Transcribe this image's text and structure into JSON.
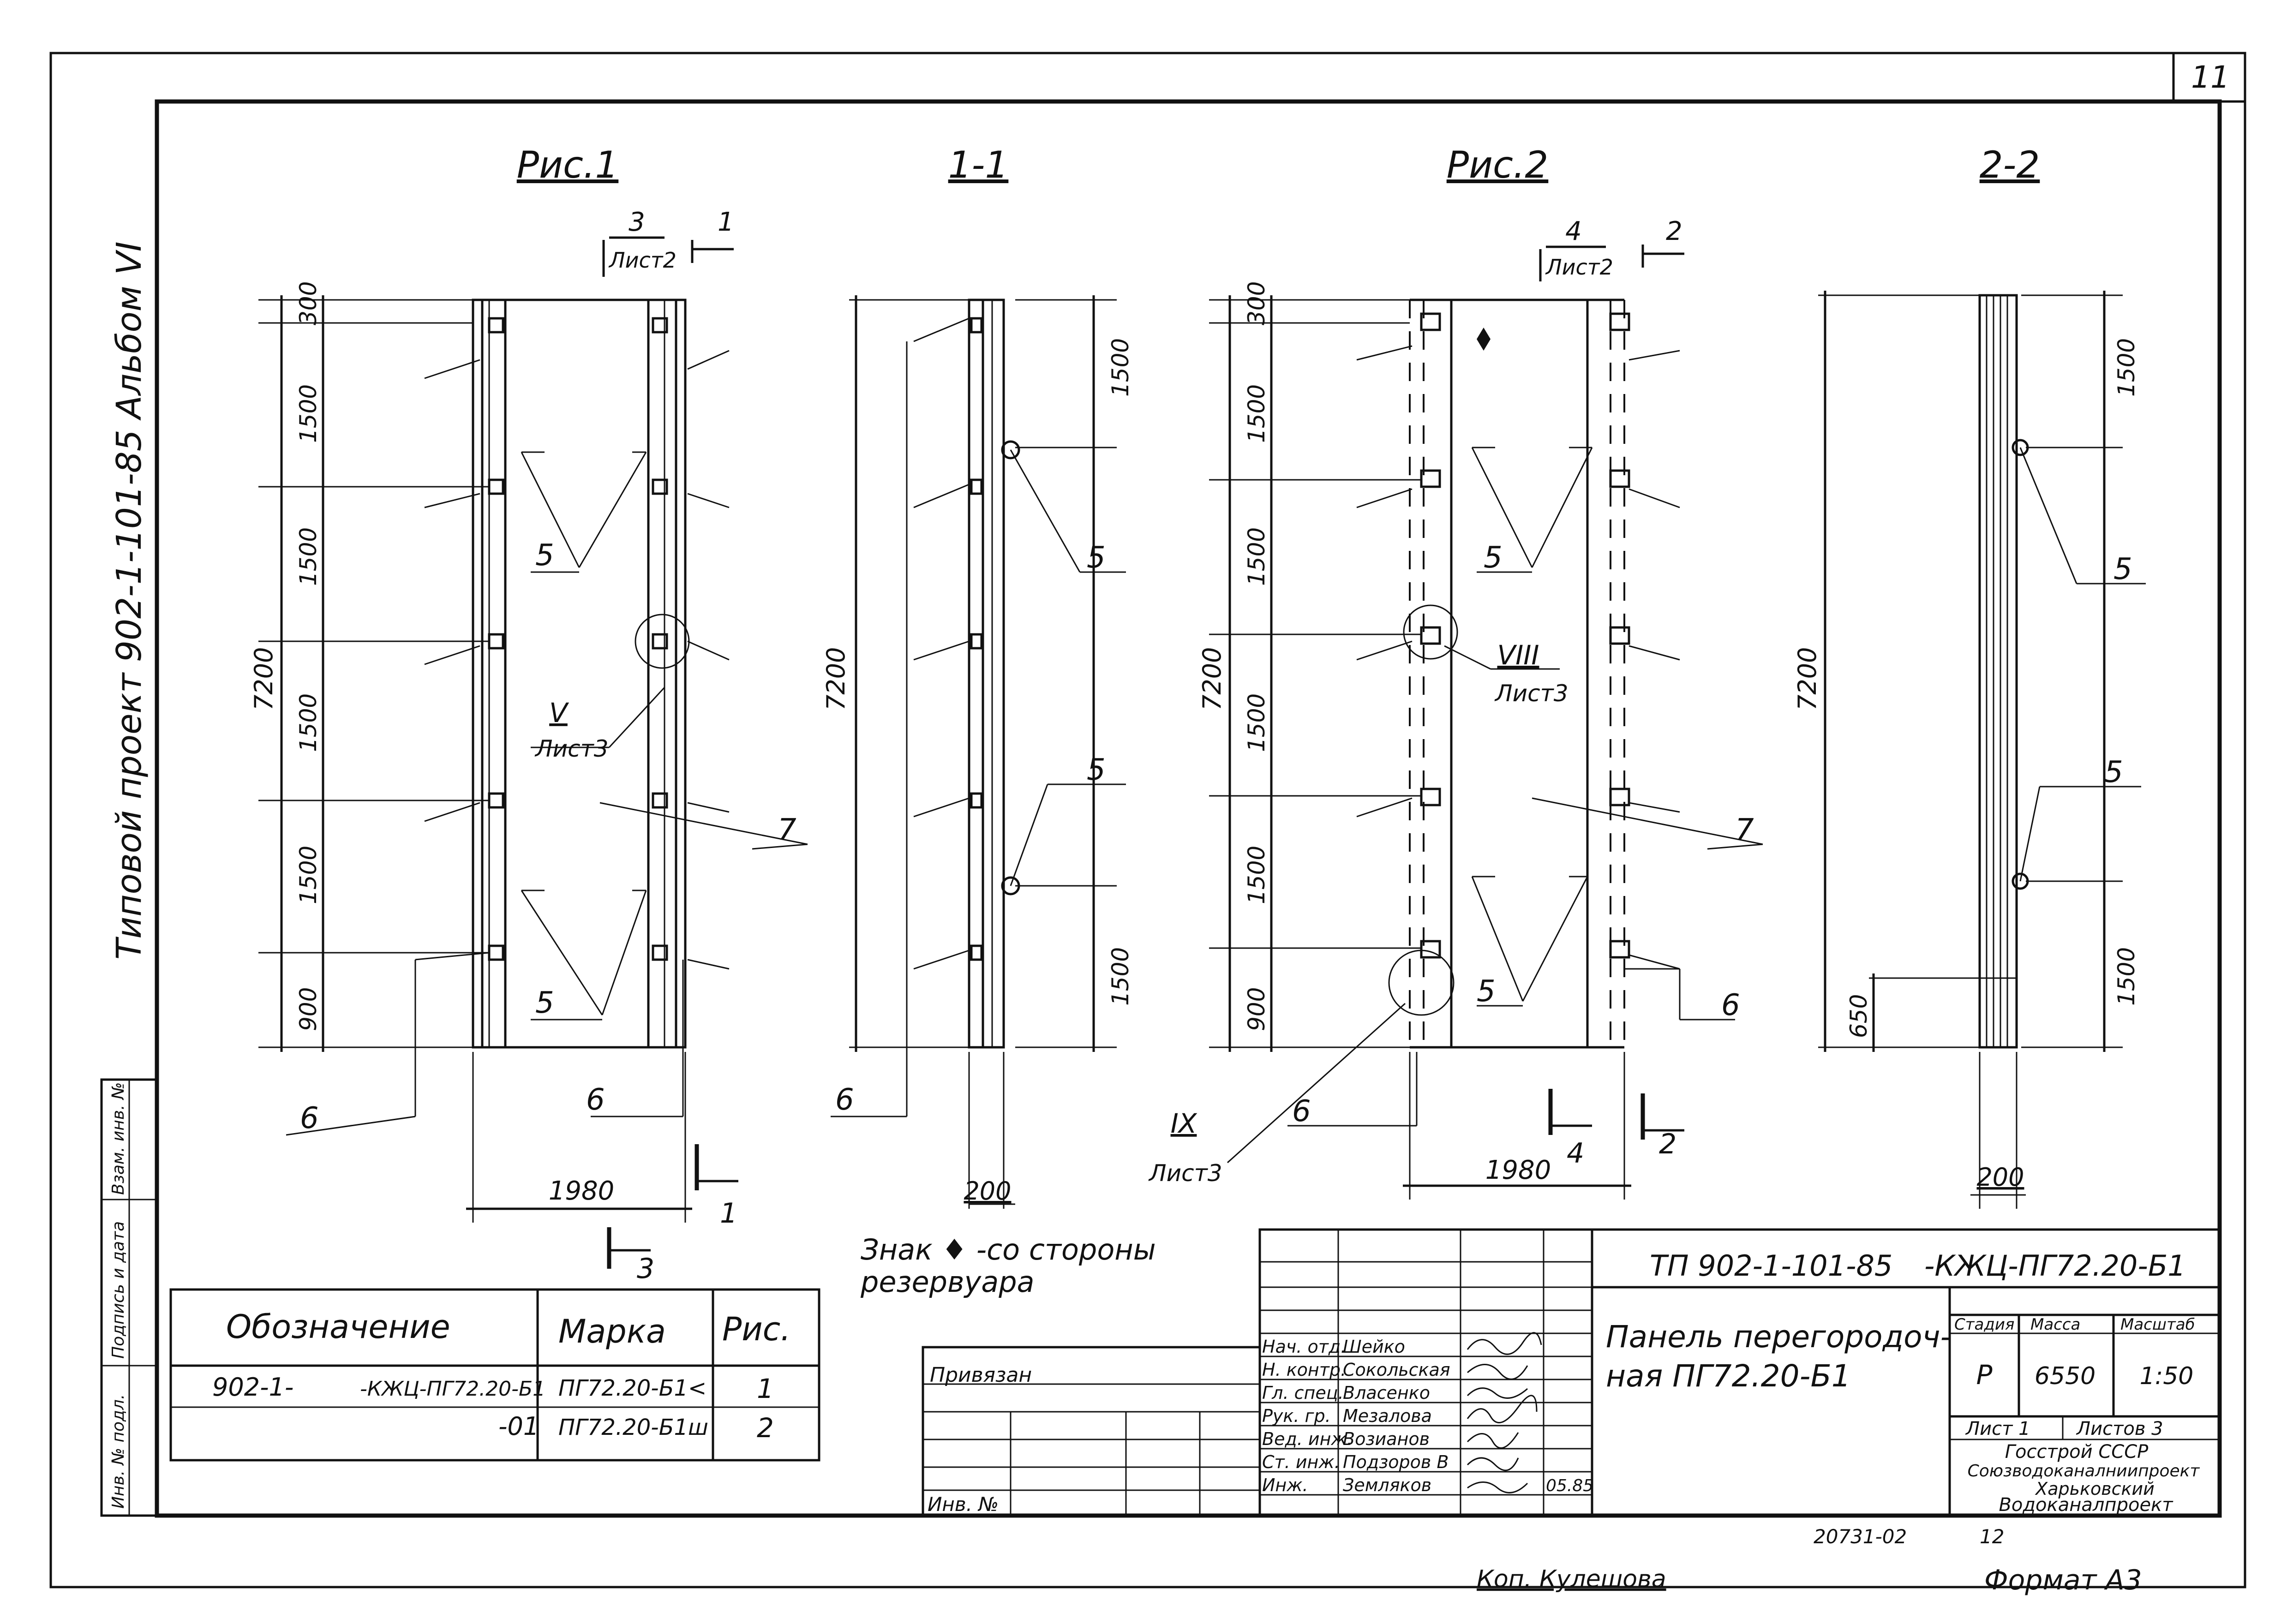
{
  "sheet": {
    "number": "11",
    "side_label": "Типовой проект 902-1-101-85 Альбом VI",
    "footer_copied": "Коп. Кулешова",
    "footer_format": "Формат А3",
    "footer_code": "20731-02",
    "footer_page": "12"
  },
  "figures": {
    "fig1_title": "Рис.1",
    "sec11_title": "1-1",
    "fig2_title": "Рис.2",
    "sec22_title": "2-2"
  },
  "cuts": {
    "c3_top": "3",
    "c3_sheet": "Лист2",
    "c1_top": "1",
    "c4_top": "4",
    "c4_sheet": "Лист2",
    "c2_top": "2",
    "c3_bottom": "3",
    "c1_bottom": "1",
    "c4_bottom": "4",
    "c2_bottom": "2"
  },
  "dimensions": {
    "d300": "300",
    "d1500": "1500",
    "d900": "900",
    "d7200": "7200",
    "d1980": "1980",
    "d200": "200",
    "d650": "650",
    "tick1": "1"
  },
  "callouts": {
    "c5": "5",
    "c6": "6",
    "c7": "7",
    "node_v": "V",
    "node_viii": "VIII",
    "node_ix": "IX",
    "sheet3": "Лист3"
  },
  "note": {
    "line1": "Знак ♦ -со стороны",
    "line2": "резервуара"
  },
  "spec_table": {
    "headers": [
      "Обозначение",
      "Марка",
      "Рис."
    ],
    "rows": [
      {
        "designation_a": "902-1-",
        "designation_b": "-КЖЦ-ПГ72.20-Б1",
        "mark": "ПГ72.20-Б1<",
        "fig": "1"
      },
      {
        "designation_a": "",
        "designation_b": "-01",
        "mark": "ПГ72.20-Б1ш",
        "fig": "2"
      }
    ]
  },
  "left_column_labels": [
    "Инв. № подл.",
    "Подпись и дата",
    "Взам. инв. №"
  ],
  "title_block": {
    "privyazan": "Привязан",
    "inv_no": "Инв. №",
    "project_code": "ТП 902-1-101-85",
    "doc_code": "-КЖЦ-ПГ72.20-Б1",
    "title_line1": "Панель перегородоч-",
    "title_line2": "ная ПГ72.20-Б1",
    "stage_label": "Стадия",
    "mass_label": "Масса",
    "scale_label": "Масштаб",
    "stage": "Р",
    "mass": "6550",
    "scale": "1:50",
    "sheet": "Лист 1",
    "sheets": "Листов 3",
    "org1": "Госстрой СССР",
    "org2": "Союзводоканалниипроект",
    "org3": "Харьковский",
    "org4": "Водоканалпроект",
    "date": "05.85",
    "roles": [
      {
        "role": "Нач. отд.",
        "name": "Шейко"
      },
      {
        "role": "Н. контр.",
        "name": "Сокольская"
      },
      {
        "role": "Гл. спец.",
        "name": "Власенко"
      },
      {
        "role": "Рук. гр.",
        "name": "Мезалова"
      },
      {
        "role": "Вед. инж.",
        "name": "Возианов"
      },
      {
        "role": "Ст. инж.",
        "name": "Подзоров В"
      },
      {
        "role": "Инж.",
        "name": "Земляков"
      }
    ]
  }
}
